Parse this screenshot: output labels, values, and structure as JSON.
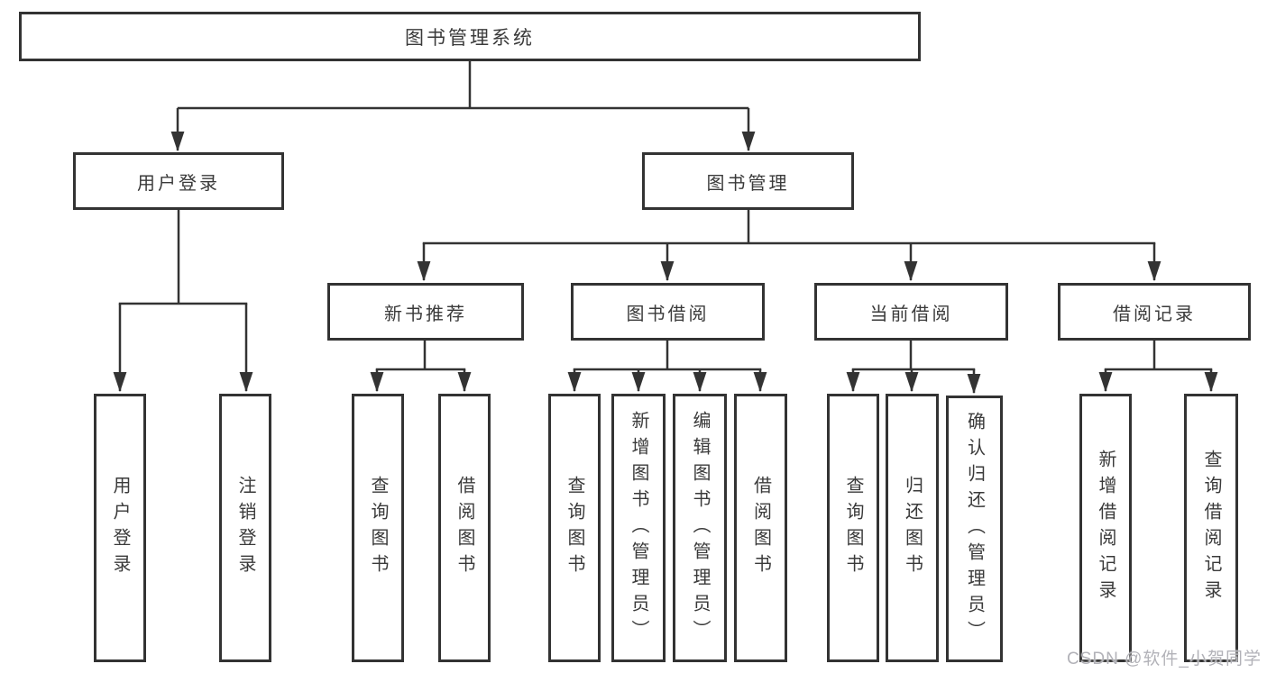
{
  "title": "图书管理系统",
  "level2": {
    "user_login": "用户登录",
    "book_mgmt": "图书管理"
  },
  "level3": {
    "new_books": "新书推荐",
    "book_borrow": "图书借阅",
    "current_borrow": "当前借阅",
    "borrow_records": "借阅记录"
  },
  "leaves": {
    "user_login": [
      "用户登录",
      "注销登录"
    ],
    "new_books": [
      "查询图书",
      "借阅图书"
    ],
    "book_borrow": [
      "查询图书",
      "新增图书（管理员）",
      "编辑图书（管理员）",
      "借阅图书"
    ],
    "current_borrow": [
      "查询图书",
      "归还图书",
      "确认归还（管理员）"
    ],
    "borrow_records": [
      "新增借阅记录",
      "查询借阅记录"
    ]
  },
  "watermark": "CSDN @软件_小贺同学",
  "colors": {
    "line": "#333333",
    "box_border": "#333333",
    "text": "#3a3a3a",
    "watermark": "#b2b2b8",
    "background": "#ffffff"
  }
}
